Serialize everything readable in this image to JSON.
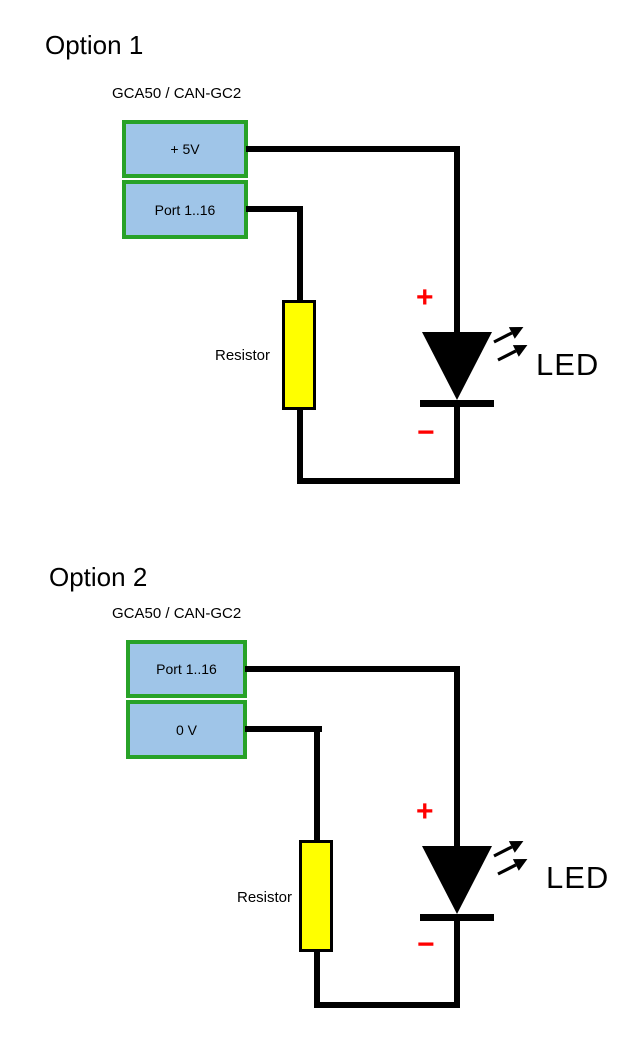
{
  "colors": {
    "wire": "#000000",
    "module_fill": "#9fc5e8",
    "module_border": "#28a228",
    "resistor_fill": "#ffff00",
    "polarity": "#ff0000",
    "text": "#000000",
    "background": "#ffffff"
  },
  "options": [
    {
      "title": "Option 1",
      "module_label": "GCA50 / CAN-GC2",
      "pins": [
        {
          "label": "+ 5V"
        },
        {
          "label": "Port 1..16"
        }
      ],
      "resistor_label": "Resistor",
      "led_label": "LED",
      "polarity_plus": "+",
      "polarity_minus": "−"
    },
    {
      "title": "Option 2",
      "module_label": "GCA50 / CAN-GC2",
      "pins": [
        {
          "label": "Port 1..16"
        },
        {
          "label": "0 V"
        }
      ],
      "resistor_label": "Resistor",
      "led_label": "LED",
      "polarity_plus": "+",
      "polarity_minus": "−"
    }
  ]
}
